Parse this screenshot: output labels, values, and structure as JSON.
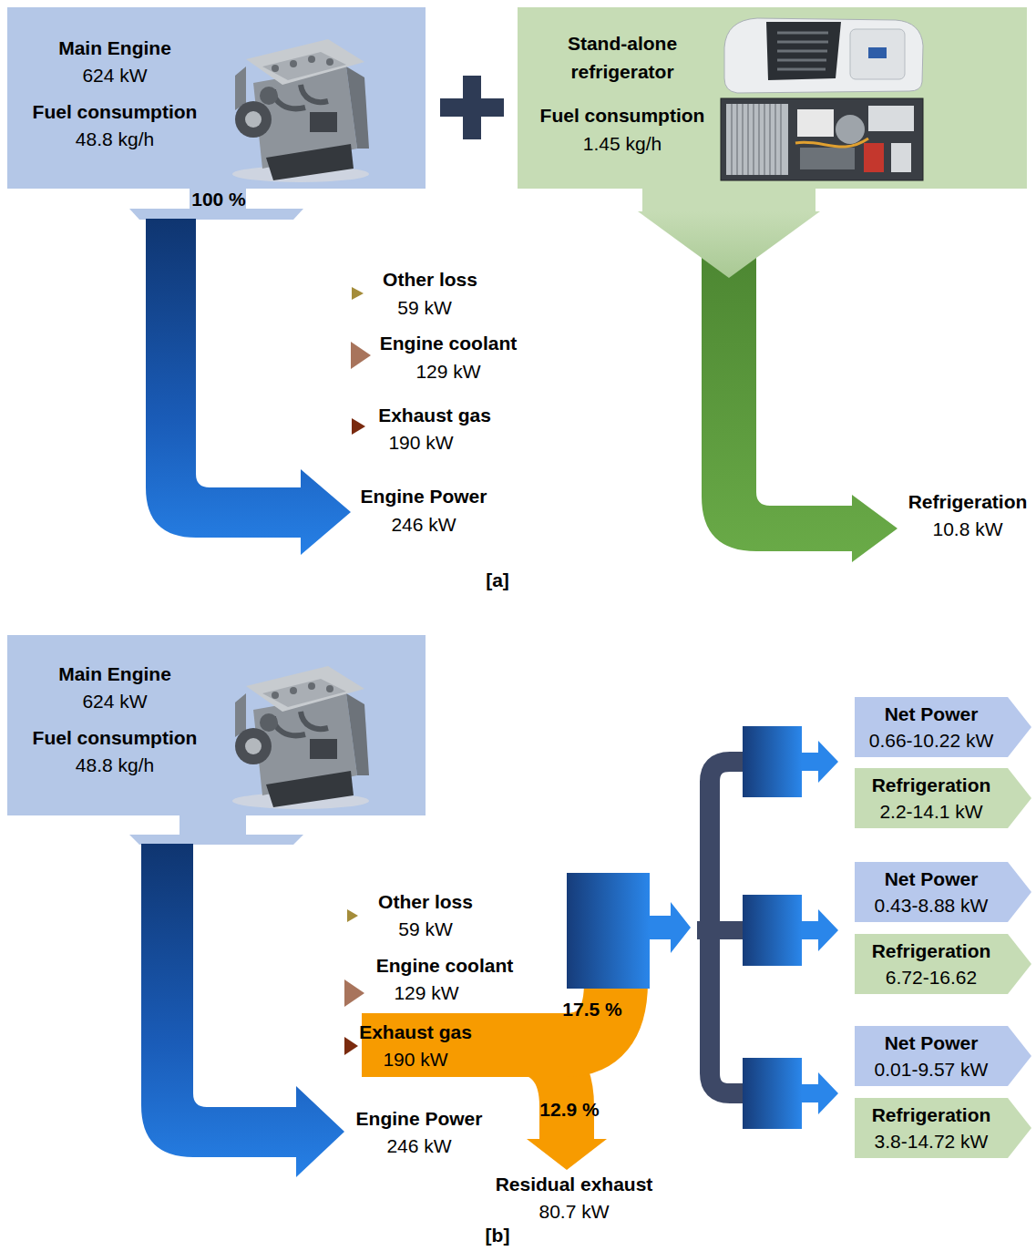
{
  "diagram": {
    "nodes": [
      {
        "text": [
          "Main Engine",
          "624 kW",
          "Fuel consumption",
          "48.8 kg/h"
        ]
      },
      {
        "text": [
          "Stand-alone refrigerator",
          "Fuel consumption",
          "1.45 kg/h"
        ]
      },
      {
        "text": [
          "Main Engine",
          "624 kW",
          "Fuel consumption",
          "48.8 kg/h"
        ]
      },
      {
        "text": [
          "Net Power",
          "0.66-10.22 kW"
        ]
      },
      {
        "text": [
          "Refrigeration",
          "2.2-14.1 kW"
        ]
      },
      {
        "text": [
          "Net Power",
          "0.43-8.88 kW"
        ]
      },
      {
        "text": [
          "Refrigeration",
          "6.72-16.62"
        ]
      },
      {
        "text": [
          "Net Power",
          "0.01-9.57 kW"
        ]
      },
      {
        "text": [
          "Refrigeration",
          "3.8-14.72 kW"
        ]
      }
    ],
    "labels": [
      "100 %",
      "Other loss",
      "59 kW",
      "Engine coolant",
      "129 kW",
      "Exhaust gas",
      "190 kW",
      "Engine Power",
      "246 kW",
      "Refrigeration",
      "10.8 kW",
      "[a]",
      "Other loss",
      "59 kW",
      "Engine coolant",
      "129 kW",
      "Exhaust gas",
      "190 kW",
      "17.5 %",
      "12.9 %",
      "Engine Power",
      "246 kW",
      "Residual exhaust",
      "80.7 kW",
      "[b]"
    ]
  }
}
